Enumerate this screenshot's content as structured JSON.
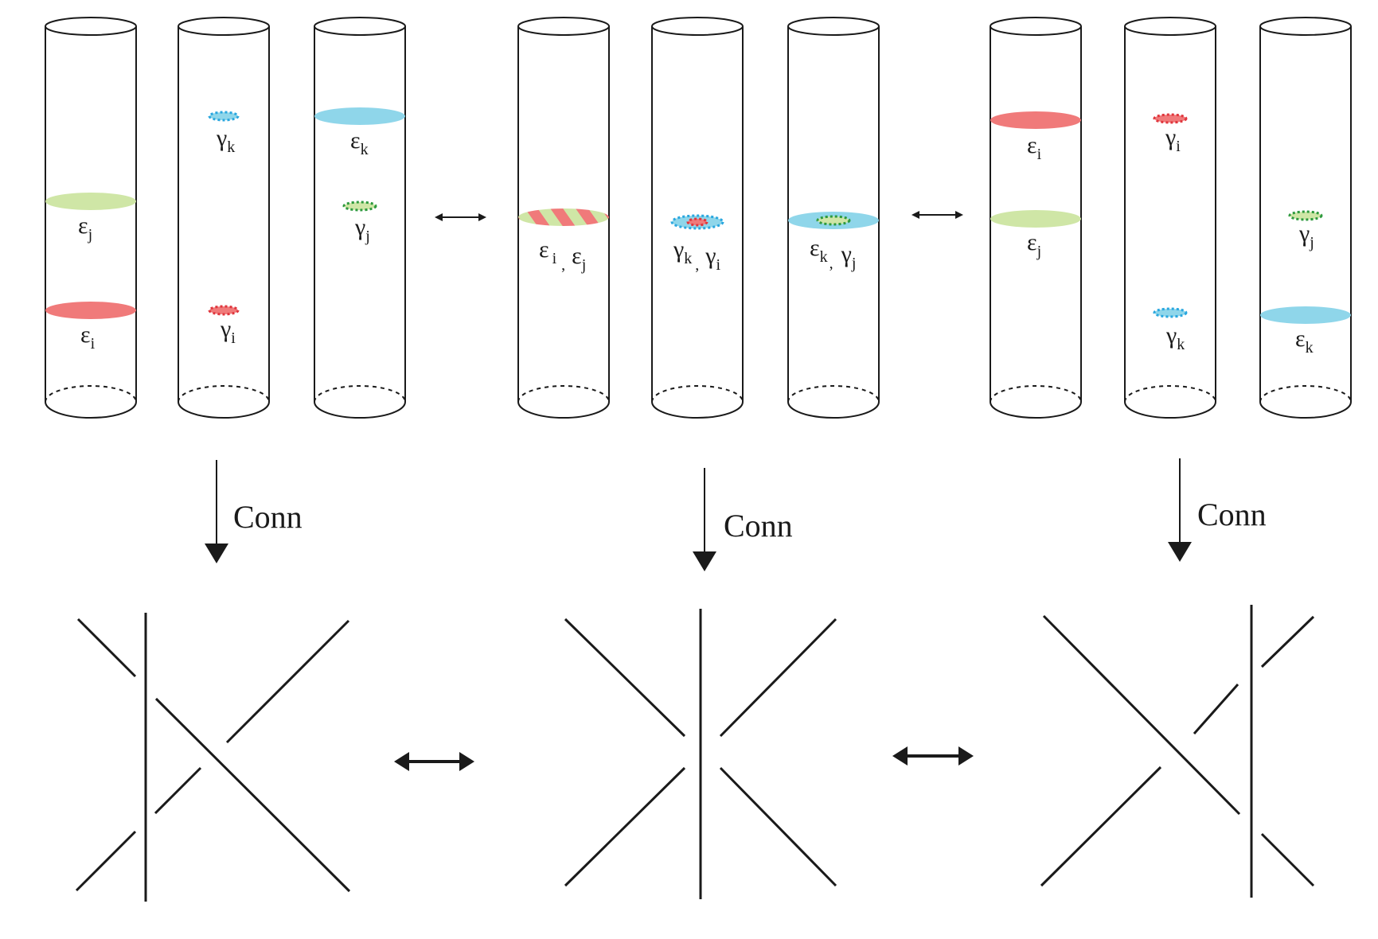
{
  "colors": {
    "red": "#f07a7a",
    "red_dot": "#e0363d",
    "green": "#cfe6a6",
    "green_dot": "#2e9a3e",
    "blue": "#8fd6ea",
    "blue_dot": "#2aa7df",
    "ink": "#1a1a1a"
  },
  "labels": {
    "conn": "Conn",
    "epsilon": "ε",
    "gamma": "γ",
    "i": "i",
    "j": "j",
    "k": "k",
    "comma": ","
  }
}
